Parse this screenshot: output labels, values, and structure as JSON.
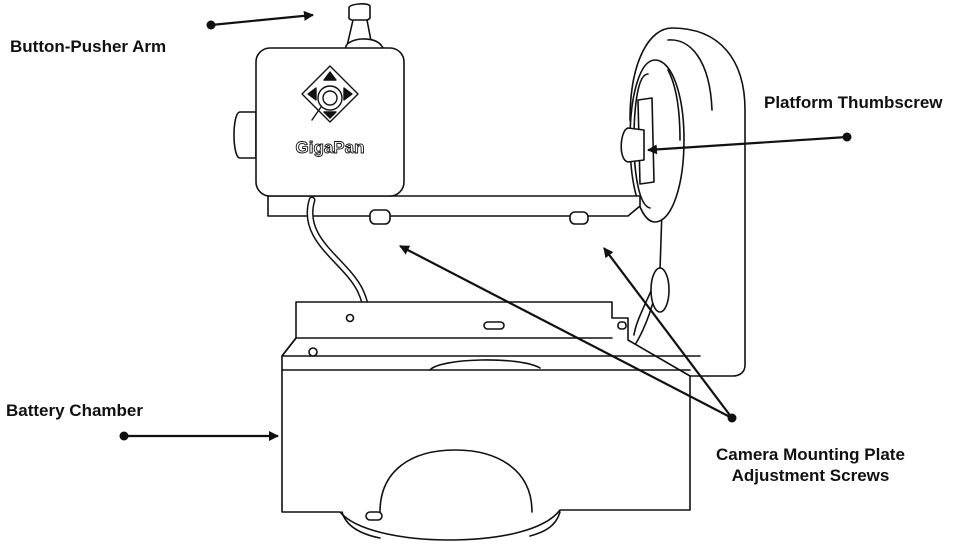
{
  "labels": {
    "button_pusher_arm": "Button-Pusher Arm",
    "platform_thumbscrew": "Platform Thumbscrew",
    "battery_chamber": "Battery Chamber",
    "camera_mounting_line1": "Camera Mounting Plate",
    "camera_mounting_line2": "Adjustment Screws"
  },
  "device": {
    "brand": "GigaPan"
  },
  "colors": {
    "line": "#111111",
    "fill": "#ffffff"
  }
}
